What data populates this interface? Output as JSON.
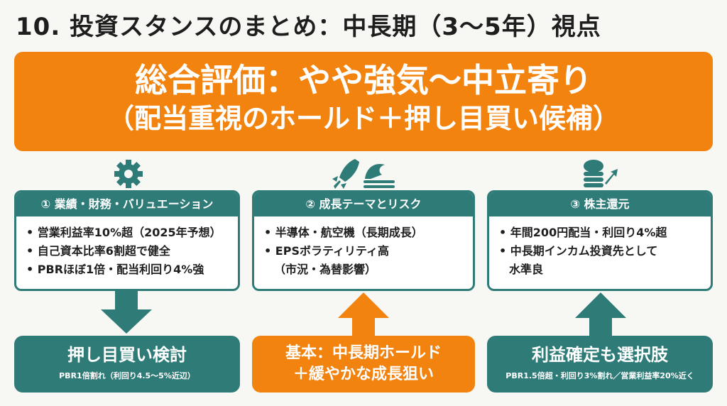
{
  "title": "10. 投資スタンスのまとめ：中長期（3〜5年）視点",
  "banner": {
    "line1": "総合評価：やや強気〜中立寄り",
    "line2": "（配当重視のホールド＋押し目買い候補）"
  },
  "colors": {
    "teal": "#2e7b77",
    "orange": "#f2830f"
  },
  "cards": [
    {
      "icon": "gear-icon",
      "header": "① 業績・財務・バリュエーション",
      "items": [
        "営業利益率10%超（2025年予想）",
        "自己資本比率6割超で健全",
        "PBRほぼ1倍・配当利回り4%強"
      ]
    },
    {
      "icon": "rocket-wave-icon",
      "header": "② 成長テーマとリスク",
      "items": [
        "半導体・航空機（長期成長）",
        "EPSボラティリティ高",
        "（市況・為替影響）"
      ]
    },
    {
      "icon": "coins-arrow-icon",
      "header": "③ 株主還元",
      "items": [
        "年間200円配当・利回り4%超",
        "中長期インカム投資先として",
        "水準良"
      ]
    }
  ],
  "outcomes": [
    {
      "main": "押し目買い検討",
      "sub": "PBR1倍割れ（利回り4.5〜5%近辺）"
    },
    {
      "main": "基本：中長期ホールド",
      "main2": "＋緩やかな成長狙い"
    },
    {
      "main": "利益確定も選択肢",
      "sub": "PBR1.5倍超・利回り3%割れ／営業利益率20%近く"
    }
  ]
}
